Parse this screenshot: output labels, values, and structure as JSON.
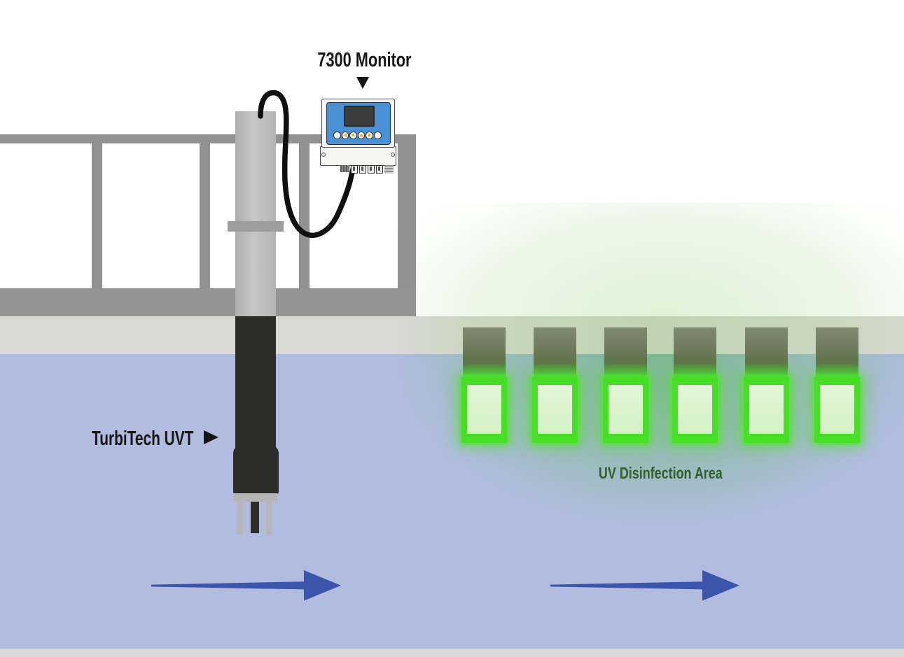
{
  "diagram": {
    "monitor": {
      "label": "7300 Monitor"
    },
    "probe": {
      "label": "TurbiTech UVT"
    },
    "uv_area": {
      "label": "UV Disinfection Area",
      "lamp_count": 6
    },
    "flow": {
      "direction": "right",
      "arrow_count": 2
    },
    "colors": {
      "water": "#b1bcde",
      "railing_gray": "#919191",
      "concrete_gray": "#d8d8d4",
      "uv_green": "#46df25",
      "lamp_window_green": "#daf2cd",
      "lamp_stem_olive": "#707c61",
      "flow_arrow_blue": "#3a55a9",
      "monitor_panel_blue": "#4a90d5",
      "monitor_button_orange": "#f0a21c",
      "probe_black": "#2c2c29",
      "uv_label_green": "#2e5f2c",
      "label_black": "#161616",
      "bottom_strip_gray": "#dadada"
    }
  }
}
